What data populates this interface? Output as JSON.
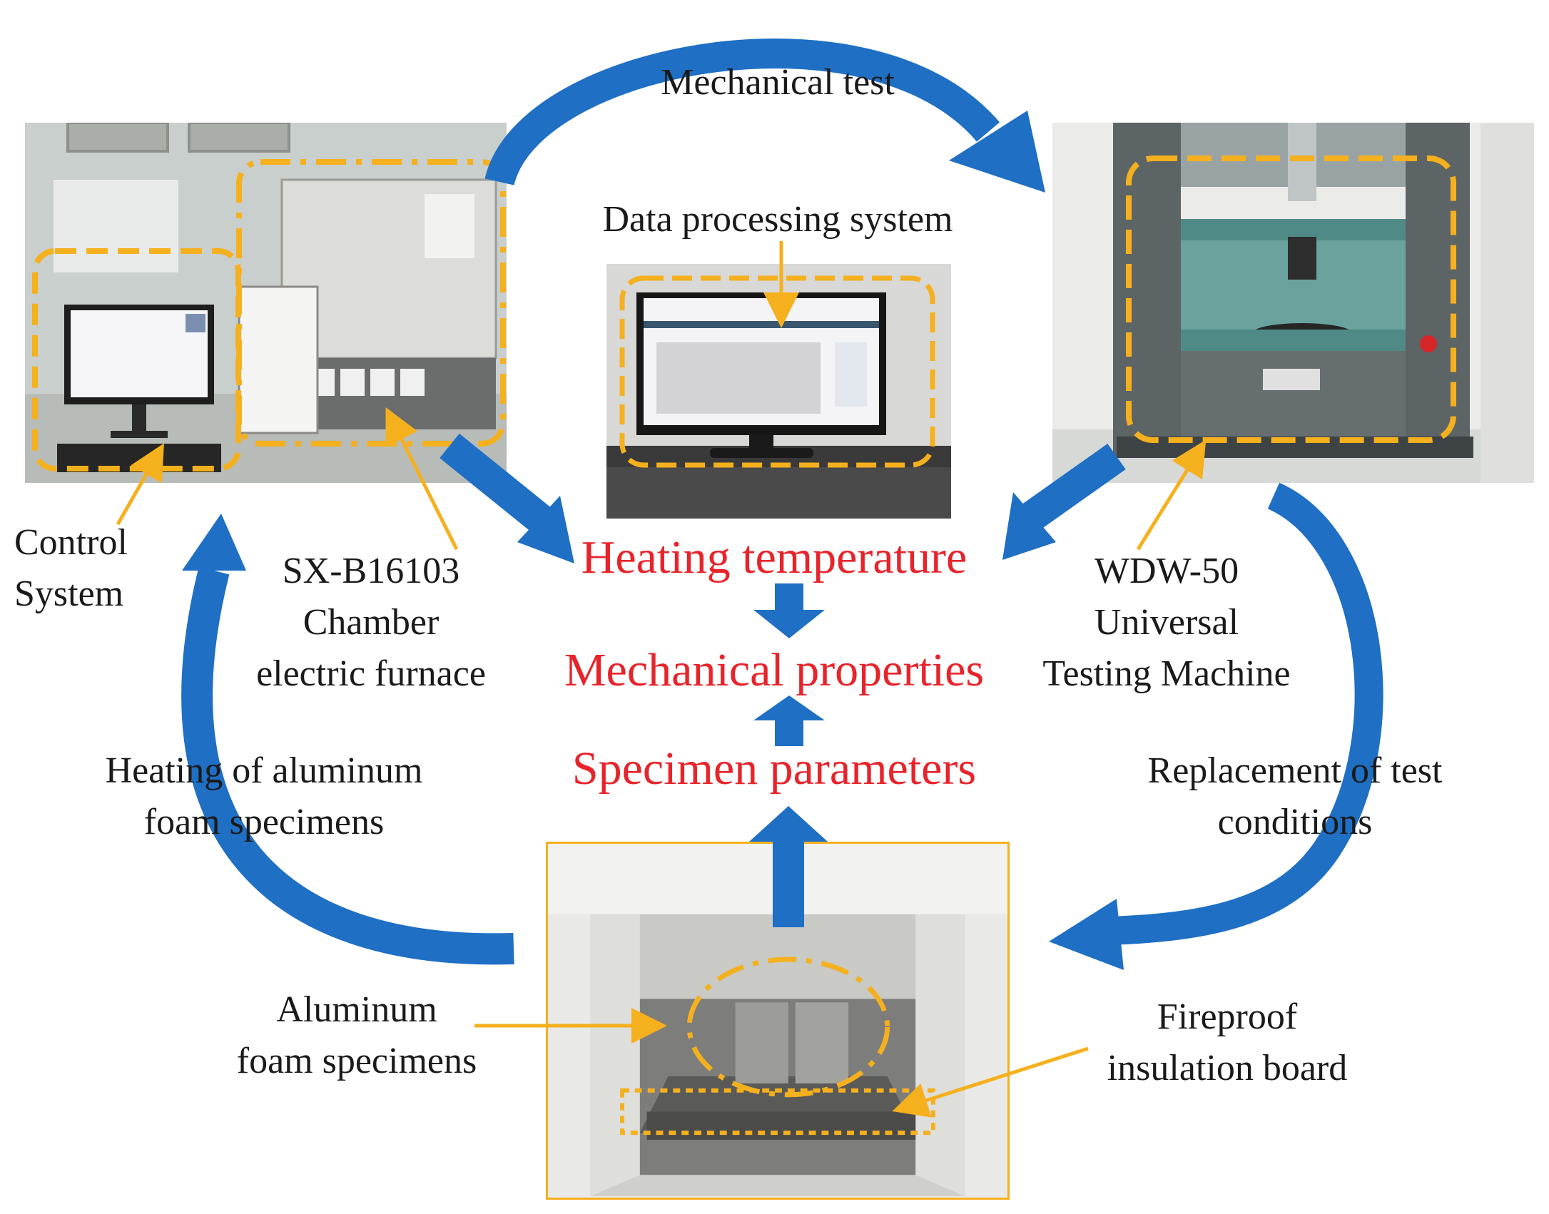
{
  "labels": {
    "mechanical_test": "Mechanical test",
    "data_processing_system": "Data processing system",
    "control_system_line1": "Control",
    "control_system_line2": "System",
    "furnace_line1": "SX-B16103",
    "furnace_line2": "Chamber",
    "furnace_line3": "electric furnace",
    "machine_line1": "WDW-50",
    "machine_line2": "Universal",
    "machine_line3": "Testing Machine",
    "heating_line1": "Heating of aluminum",
    "heating_line2": "foam specimens",
    "replacement_line1": "Replacement of test",
    "replacement_line2": "conditions",
    "specimens_line1": "Aluminum",
    "specimens_line2": "foam specimens",
    "fireproof_line1": "Fireproof",
    "fireproof_line2": "insulation board"
  },
  "factors": {
    "heating_temperature": "Heating temperature",
    "mechanical_properties": "Mechanical properties",
    "specimen_parameters": "Specimen parameters"
  },
  "colors": {
    "arrow_blue": "#1f6fc4",
    "highlight_orange": "#f5b01e",
    "factor_red": "#e8232a"
  }
}
